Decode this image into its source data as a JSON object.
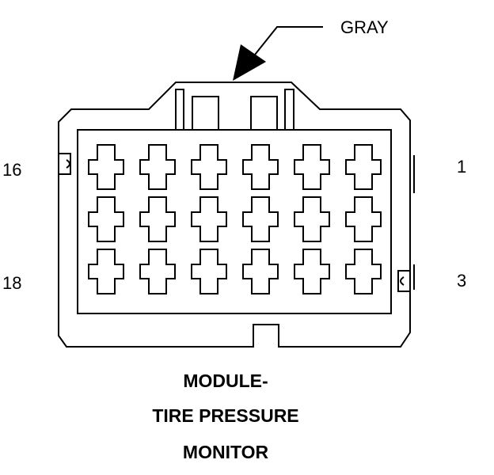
{
  "connector": {
    "color_label": "GRAY",
    "pin_labels": {
      "top_left": "16",
      "bottom_left": "18",
      "top_right": "1",
      "bottom_right": "3"
    },
    "terminal_rows": 3,
    "terminal_columns": 6
  },
  "caption": {
    "line1": "MODULE-",
    "line2": "TIRE PRESSURE",
    "line3": "MONITOR"
  }
}
